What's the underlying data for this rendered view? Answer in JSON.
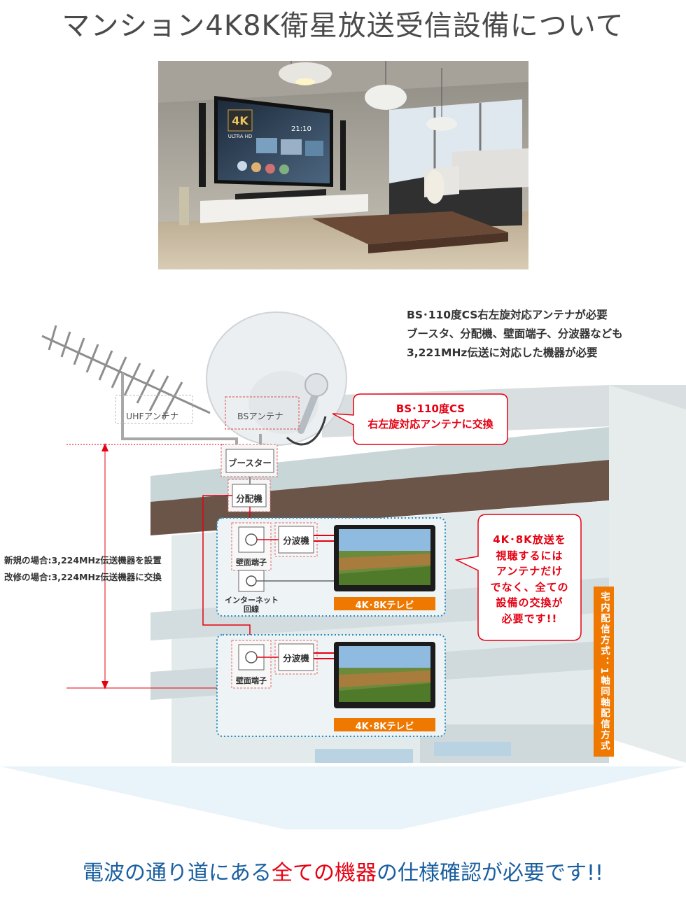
{
  "title": "マンション4K8K衛星放送受信設備について",
  "photo": {
    "tv_badge": "4K",
    "tv_badge_sub": "ULTRA HD",
    "tv_clock": "21:10"
  },
  "requirements": {
    "line1": "BS･110度CS右左旋対応アンテナが必要",
    "line2": "ブースタ、分配機、壁面端子、分波器なども",
    "line3": "3,221MHz伝送に対応した機器が必要"
  },
  "antennas": {
    "uhf": "UHFアンテナ",
    "bs": "BSアンテナ"
  },
  "callout_antenna": {
    "line1": "BS･110度CS",
    "line2": "右左旋対応アンテナに交換"
  },
  "devices": {
    "booster": "ブースター",
    "distributor": "分配機",
    "wall_terminal": "壁面端子",
    "splitter": "分波機",
    "internet_line1": "インターネット",
    "internet_line2": "回線",
    "tv": "4K･8Kテレビ"
  },
  "callout_equipment": {
    "lines": [
      "4K･8K放送を",
      "視聴するには",
      "アンテナだけ",
      "でなく、全ての",
      "設備の交換が",
      "必要です!!"
    ]
  },
  "side_note": {
    "new": "新規の場合:3,224MHz伝送機器を設置",
    "renovation": "改修の場合:3,224MHz伝送機器に交換"
  },
  "distribution_method": "宅内配信方式：1軸同軸配信方式",
  "bottom_message": {
    "part1": "電波の通り道にある",
    "highlight": "全ての機器",
    "part2": "の仕様確認が必要です!!"
  },
  "colors": {
    "accent_red": "#e60012",
    "orange": "#ee7800",
    "blue_text": "#1a5fa0",
    "dotted_blue": "#2a8fbf"
  }
}
